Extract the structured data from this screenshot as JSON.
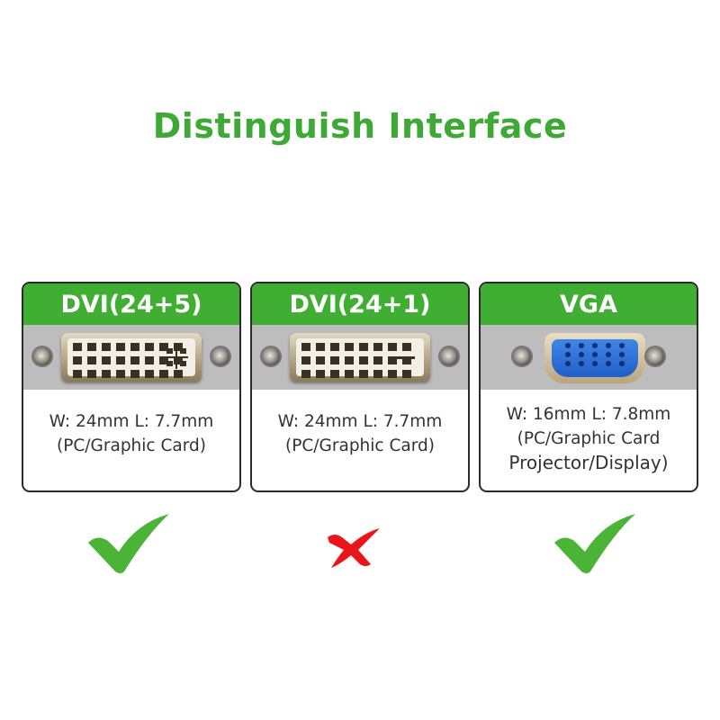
{
  "title": "Distinguish Interface",
  "cards": [
    {
      "label": "DVI(24+5)",
      "lines": [
        "W: 24mm  L: 7.7mm",
        "(PC/Graphic Card)"
      ],
      "compatible": true
    },
    {
      "label": "DVI(24+1)",
      "lines": [
        "W: 24mm  L: 7.7mm",
        "(PC/Graphic Card)"
      ],
      "compatible": false
    },
    {
      "label": "VGA",
      "lines": [
        "W: 16mm  L: 7.8mm",
        "(PC/Graphic Card",
        "Projector/Display)"
      ],
      "compatible": true
    }
  ],
  "colors": {
    "accent": "#40ad33",
    "check": "#4bb336",
    "cross": "#e8151b"
  }
}
